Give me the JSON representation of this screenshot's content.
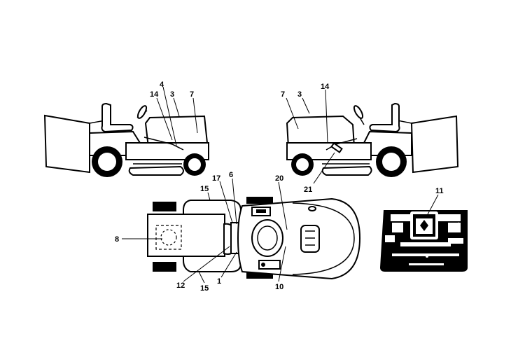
{
  "labels": {
    "left_view": [
      "4",
      "14",
      "3",
      "7"
    ],
    "right_view": [
      "7",
      "3",
      "14",
      "21"
    ],
    "top_view": [
      "15",
      "17",
      "6",
      "20",
      "8",
      "12",
      "15",
      "1",
      "10"
    ],
    "panel_view": [
      "11"
    ]
  }
}
